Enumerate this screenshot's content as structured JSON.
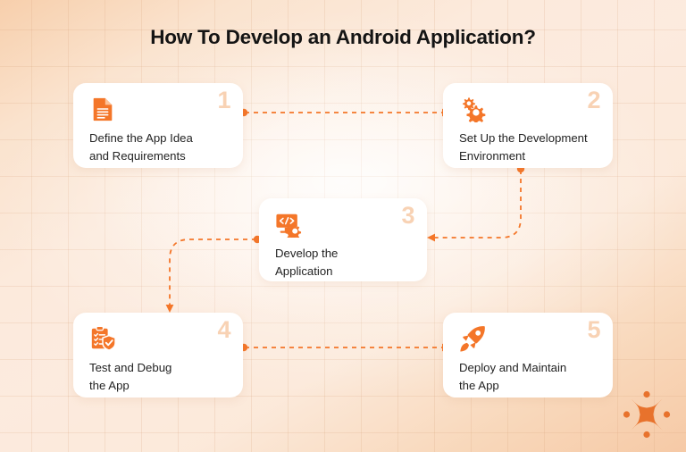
{
  "page": {
    "title": "How To Develop an Android Application?",
    "accent_color": "#F47629",
    "number_color": "#F8D2B4",
    "card_background": "#FFFFFF",
    "text_color": "#232323",
    "background_colors": [
      "#F7CEAA",
      "#FDF3E9",
      "#FBE5D5"
    ]
  },
  "steps": [
    {
      "number": "1",
      "label": "Define the App Idea\nand Requirements",
      "icon": "document-icon"
    },
    {
      "number": "2",
      "label": "Set Up the Development\nEnvironment",
      "icon": "gears-icon"
    },
    {
      "number": "3",
      "label": "Develop the\nApplication",
      "icon": "code-monitor-icon"
    },
    {
      "number": "4",
      "label": "Test and Debug\nthe App",
      "icon": "clipboard-check-shield-icon"
    },
    {
      "number": "5",
      "label": "Deploy and Maintain\nthe App",
      "icon": "rocket-icon"
    }
  ],
  "connectors": [
    {
      "from": "1",
      "to": "2",
      "style": "dashed-horizontal-right"
    },
    {
      "from": "2",
      "to": "3",
      "style": "dashed-down-then-left"
    },
    {
      "from": "3",
      "to": "4",
      "style": "dashed-left-then-down"
    },
    {
      "from": "4",
      "to": "5",
      "style": "dashed-horizontal-right"
    }
  ],
  "logo": {
    "name": "four-point-star-logo"
  }
}
